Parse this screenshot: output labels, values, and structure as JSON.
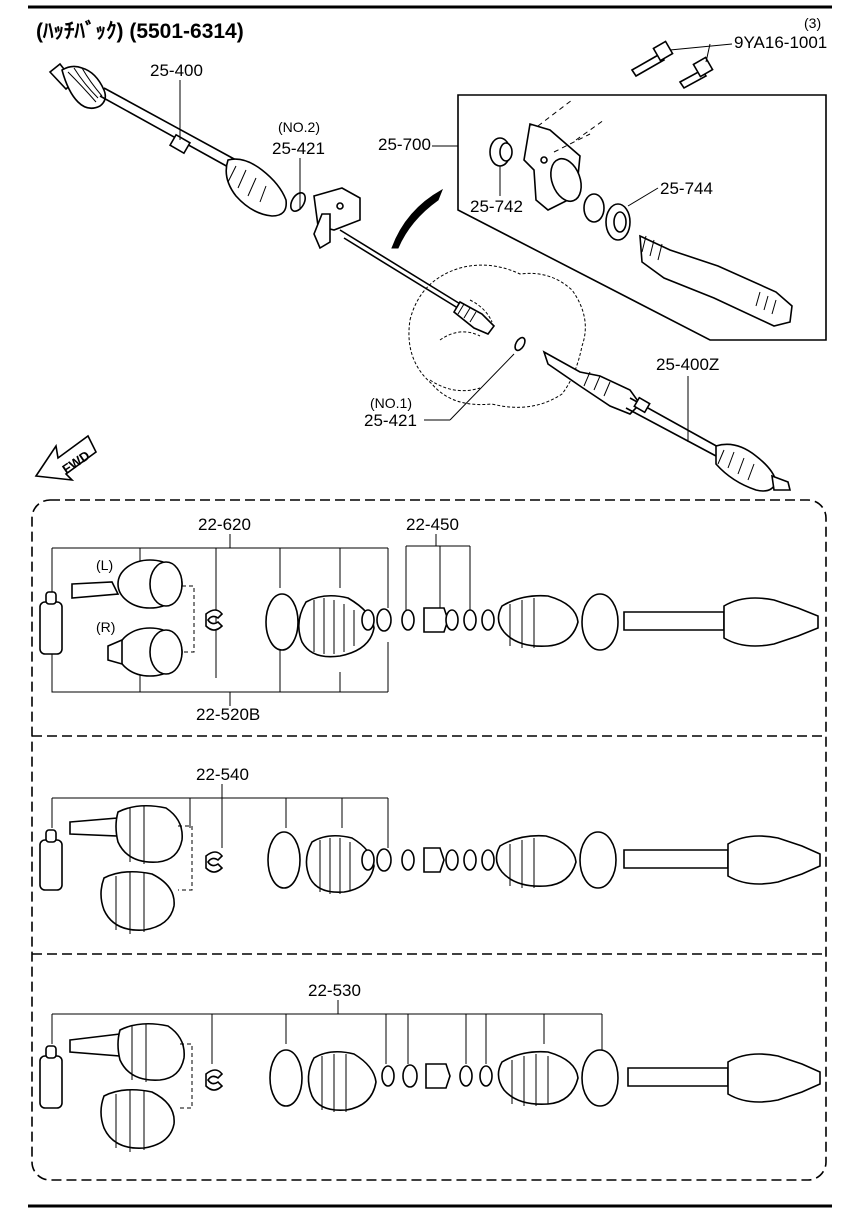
{
  "header": {
    "title": "(ﾊｯﾁﾊﾞｯｸ) (5501-6314)"
  },
  "parts_top": {
    "shaft_left": "25-400",
    "clip_no2_note": "(NO.2)",
    "clip_no2": "25-421",
    "bearing_support": "25-700",
    "bolt_qty": "(3)",
    "bolt": "9YA16-1001",
    "snap_ring": "25-742",
    "seal": "25-744",
    "shaft_right": "25-400Z",
    "clip_no1_note": "(NO.1)",
    "clip_no1": "25-421",
    "fwd": "FWD"
  },
  "kits": {
    "kit1_top": "22-620",
    "kit1_boot": "22-450",
    "kit1_bottom": "22-520B",
    "joint_left": "(L)",
    "joint_right": "(R)",
    "kit2": "22-540",
    "kit3": "22-530"
  },
  "colors": {
    "ink": "#000000",
    "paper": "#ffffff"
  }
}
